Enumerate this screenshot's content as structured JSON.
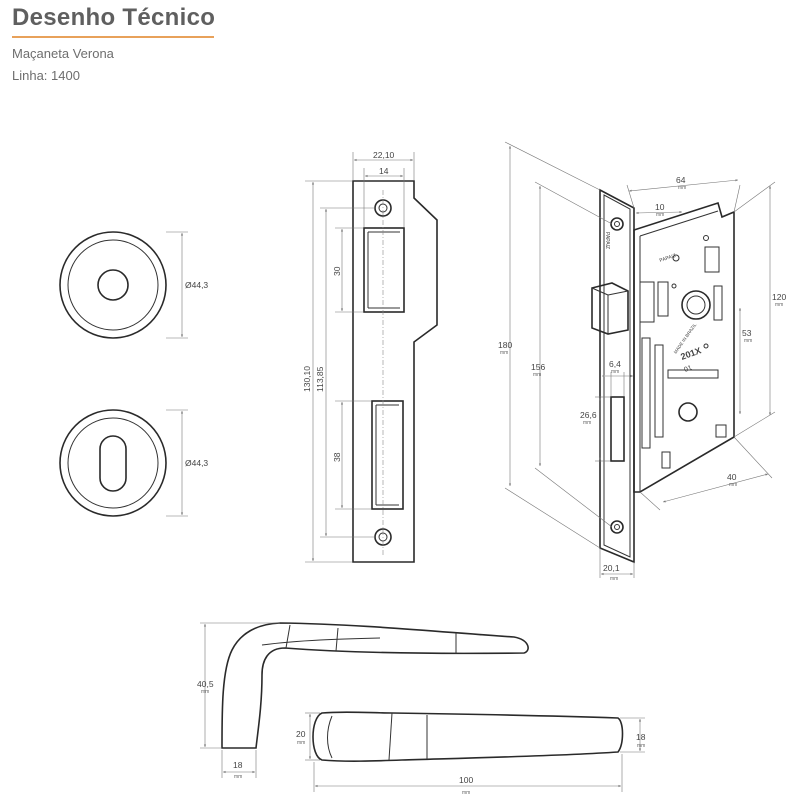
{
  "header": {
    "title": "Desenho Técnico",
    "subtitle_model": "Maçaneta Verona",
    "subtitle_line": "Linha: 1400",
    "accent_color": "#e8a15a"
  },
  "rosettes": {
    "round_diameter": "Ø44,3",
    "oval_diameter": "Ø44,3"
  },
  "strike_plate": {
    "width_total": "22,10",
    "width_inner": "14",
    "upper_opening": "30",
    "lower_opening": "38",
    "height_total": "130,10",
    "height_inner": "113,85"
  },
  "mortise_lock": {
    "depth": "64",
    "backset": "10",
    "body_height": "120",
    "faceplate_height": "180",
    "inner_height": "156",
    "spindle_center": "53",
    "latch_width": "6,4",
    "latch_height": "26,6",
    "bottom_depth": "40",
    "faceplate_width": "20,1",
    "brand_label": "PAPAIZ",
    "model_label": "201X",
    "model_sub": "01",
    "made_in": "MADE IN BRAZIL",
    "unit": "mm"
  },
  "handle": {
    "height": "40,5",
    "neck": "18",
    "grip_left": "20",
    "grip_right": "18",
    "length": "100",
    "unit": "mm"
  }
}
